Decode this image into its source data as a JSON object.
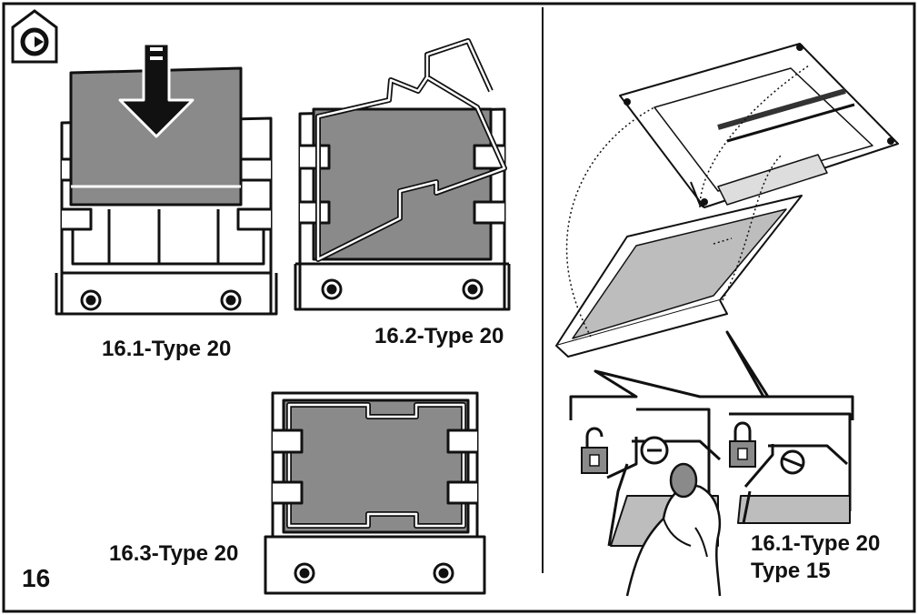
{
  "figure_number": "16",
  "labels": {
    "step_16_1": "16.1-Type 20",
    "step_16_2": "16.2-Type 20",
    "step_16_3": "16.3-Type 20",
    "detail_line1": "16.1-Type 20",
    "detail_line2": "Type 15"
  },
  "icons": {
    "top_left": "recirculation-mode-icon",
    "unlock": "padlock-open-icon",
    "lock": "padlock-closed-icon"
  },
  "colors": {
    "outline": "#111111",
    "filter_gray": "#8a8a8a",
    "light_gray": "#bdbdbd",
    "background": "#ffffff"
  }
}
